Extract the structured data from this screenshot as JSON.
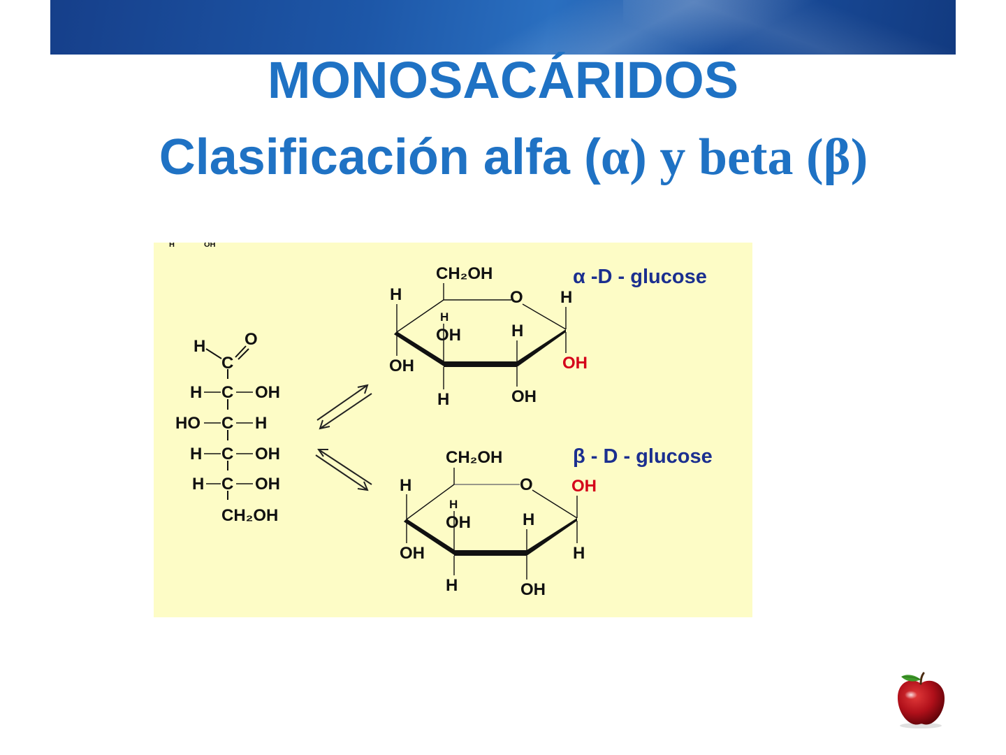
{
  "slide": {
    "title": "MONOSACÁRIDOS",
    "subtitle_prefix": "Clasificación alfa (",
    "subtitle_alpha_and_more": "α) y beta (β)"
  },
  "diagram": {
    "corner_fragment": {
      "left": "H",
      "right": "OH"
    },
    "fischer": {
      "aldehyde_h": "H",
      "aldehyde_o": "O",
      "c1": "C",
      "rows": [
        {
          "left": "H",
          "center": "C",
          "right": "OH"
        },
        {
          "left": "HO",
          "center": "C",
          "right": "H"
        },
        {
          "left": "H",
          "center": "C",
          "right": "OH"
        },
        {
          "left": "H",
          "center": "C",
          "right": "OH"
        }
      ],
      "bottom": "CH₂OH"
    },
    "alpha": {
      "label": "α -D - glucose",
      "ch2oh": "CH₂OH",
      "ring_o": "O",
      "c5_h": "H",
      "c1_h": "H",
      "c4_h": "H",
      "c4_oh": "OH",
      "c3_h": "H",
      "c4_oh_left": "OH",
      "c1_oh": "OH",
      "c3_h_below": "H",
      "c2_oh": "OH"
    },
    "beta": {
      "label": "β - D - glucose",
      "ch2oh": "CH₂OH",
      "ring_o": "O",
      "c5_h": "H",
      "c1_oh": "OH",
      "c4_h": "H",
      "c4_oh": "OH",
      "c3_h": "H",
      "c4_oh_left": "OH",
      "c1_h": "H",
      "c3_h_below": "H",
      "c2_oh": "OH"
    },
    "colors": {
      "background": "#fdfcc6",
      "label_blue": "#1b2f8f",
      "highlight_red": "#d4001a",
      "title_blue": "#1f72c4"
    }
  }
}
